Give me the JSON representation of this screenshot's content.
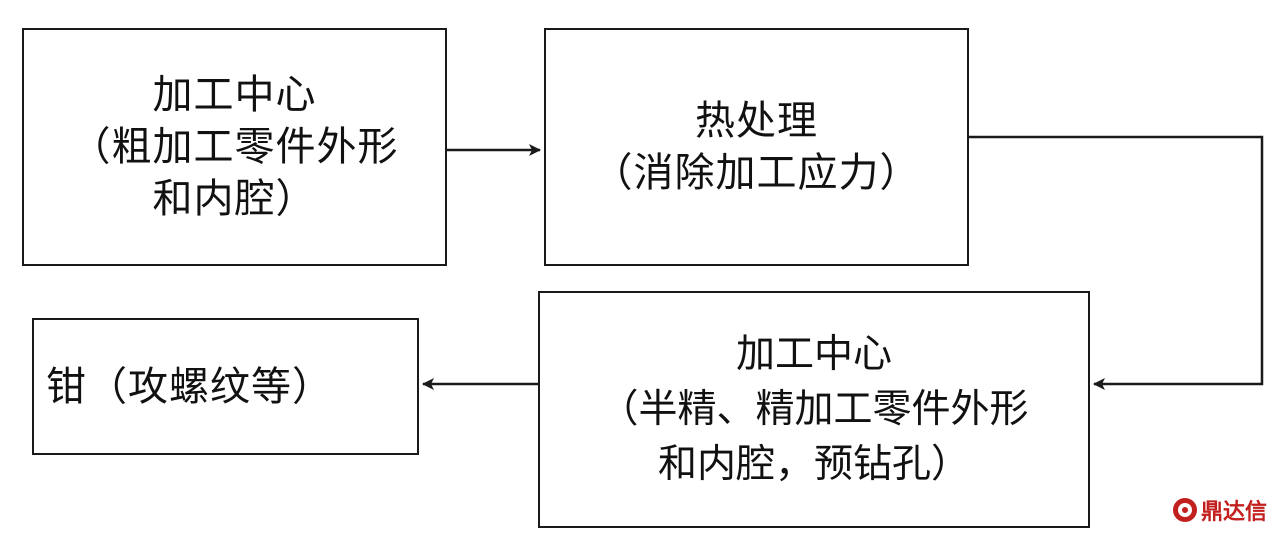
{
  "diagram": {
    "nodes": [
      {
        "id": "b1",
        "lines": [
          "加工中心",
          "（粗加工零件外形",
          "和内腔）"
        ]
      },
      {
        "id": "b2",
        "lines": [
          "热处理",
          "（消除加工应力）"
        ]
      },
      {
        "id": "b3",
        "lines": [
          "加工中心",
          "（半精、精加工零件外形",
          "和内腔，预钻孔）"
        ]
      },
      {
        "id": "b4",
        "lines": [
          "钳（攻螺纹等）"
        ]
      }
    ],
    "edges": [
      {
        "from": "b1",
        "to": "b2"
      },
      {
        "from": "b2",
        "to": "b3"
      },
      {
        "from": "b3",
        "to": "b4"
      }
    ]
  },
  "watermark": {
    "text": "鼎达信",
    "color": "#c21f1f"
  },
  "colors": {
    "stroke": "#1a1a1a",
    "text": "#111111",
    "background": "#ffffff"
  }
}
